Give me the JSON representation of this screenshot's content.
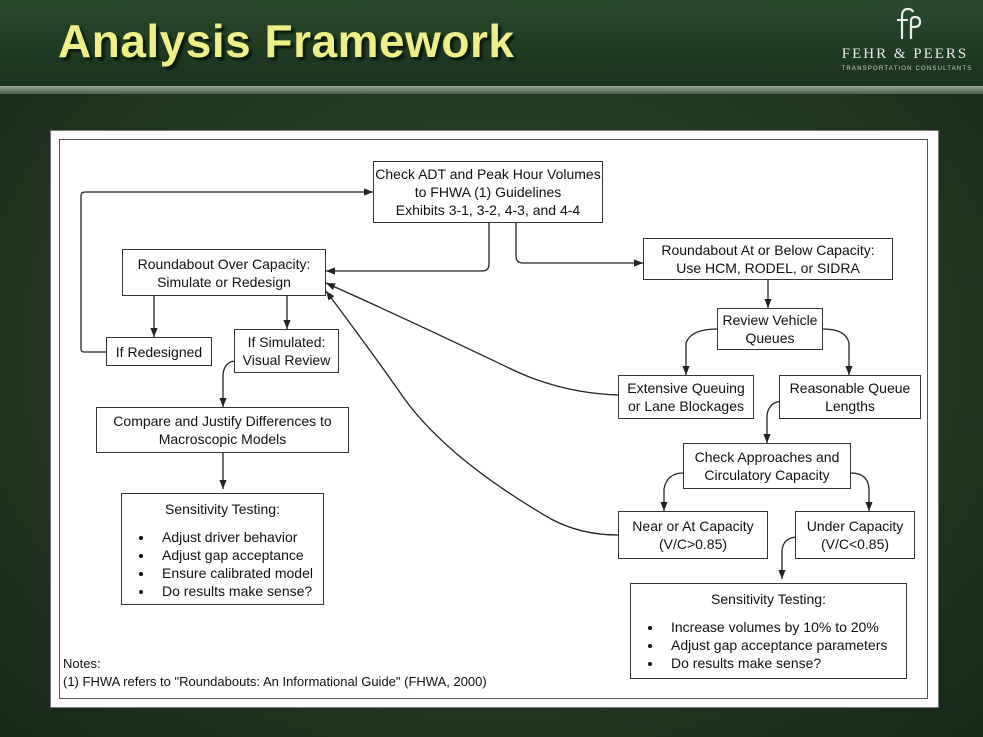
{
  "slide": {
    "title": "Analysis Framework",
    "logo": {
      "name": "FEHR & PEERS",
      "subtitle": "TRANSPORTATION CONSULTANTS",
      "monogram": "fp"
    }
  },
  "diagram": {
    "check_adt": [
      "Check ADT and Peak Hour Volumes",
      "to FHWA (1) Guidelines",
      "Exhibits 3-1, 3-2, 4-3, and 4-4"
    ],
    "over_capacity": [
      "Roundabout Over Capacity:",
      "Simulate or Redesign"
    ],
    "at_below_capacity": [
      "Roundabout At or Below Capacity:",
      "Use HCM, RODEL, or SIDRA"
    ],
    "if_redesigned": [
      "If Redesigned"
    ],
    "if_simulated": [
      "If Simulated:",
      "Visual Review"
    ],
    "review_queues": [
      "Review Vehicle",
      "Queues"
    ],
    "extensive_queuing": [
      "Extensive Queuing",
      "or Lane Blockages"
    ],
    "reasonable_queue": [
      "Reasonable Queue",
      "Lengths"
    ],
    "compare_justify": [
      "Compare and Justify Differences to",
      "Macroscopic Models"
    ],
    "check_approaches": [
      "Check Approaches and",
      "Circulatory Capacity"
    ],
    "near_at_capacity": [
      "Near or At Capacity",
      "(V/C>0.85)"
    ],
    "under_capacity": [
      "Under Capacity",
      "(V/C<0.85)"
    ],
    "sensitivity_left": {
      "title": "Sensitivity Testing:",
      "items": [
        "Adjust driver behavior",
        "Adjust gap acceptance",
        "Ensure calibrated model",
        "Do results make sense?"
      ]
    },
    "sensitivity_right": {
      "title": "Sensitivity Testing:",
      "items": [
        "Increase volumes by 10% to 20%",
        "Adjust gap acceptance parameters",
        "Do results make sense?"
      ]
    },
    "notes": [
      "Notes:",
      "(1) FHWA refers to \"Roundabouts: An Informational Guide\" (FHWA, 2000)"
    ]
  }
}
